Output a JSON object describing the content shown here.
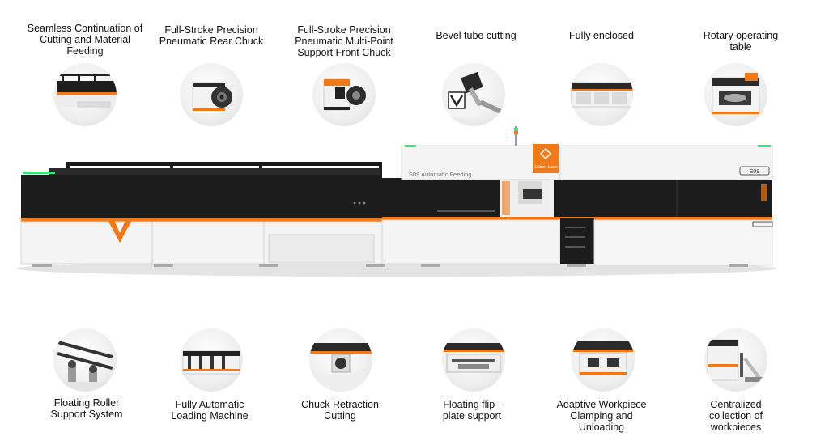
{
  "features_top": [
    {
      "label": "Seamless Continuation of\nCutting and Material\nFeeding",
      "icon": "feeding-section-thumb"
    },
    {
      "label": "Full-Stroke Precision\nPneumatic Rear Chuck",
      "icon": "rear-chuck-thumb"
    },
    {
      "label": "Full-Stroke Precision\nPneumatic Multi-Point\nSupport Front Chuck",
      "icon": "front-chuck-thumb"
    },
    {
      "label": "Bevel tube cutting",
      "icon": "bevel-cutting-thumb"
    },
    {
      "label": "Fully enclosed",
      "icon": "enclosed-machine-thumb"
    },
    {
      "label": "Rotary operating\ntable",
      "icon": "rotary-table-thumb"
    }
  ],
  "features_bottom": [
    {
      "label": "Floating Roller\nSupport System",
      "icon": "roller-support-thumb"
    },
    {
      "label": "Fully Automatic\nLoading Machine",
      "icon": "loading-machine-thumb"
    },
    {
      "label": "Chuck Retraction\nCutting",
      "icon": "chuck-retraction-thumb"
    },
    {
      "label": "Floating flip -\nplate support",
      "icon": "flip-plate-thumb"
    },
    {
      "label": "Adaptive Workpiece\nClamping and\nUnloading",
      "icon": "clamping-unloading-thumb"
    },
    {
      "label": "Centralized\ncollection of\nworkpieces",
      "icon": "collection-thumb"
    }
  ],
  "machine": {
    "model_text": "S09 Automatic Feeding",
    "logo_text": "Golden Laser",
    "badge_text": "S09",
    "colors": {
      "accent": "#f07a1a",
      "panel": "#1c1c1c",
      "body": "#f4f4f4",
      "led": "#3de07a"
    }
  }
}
